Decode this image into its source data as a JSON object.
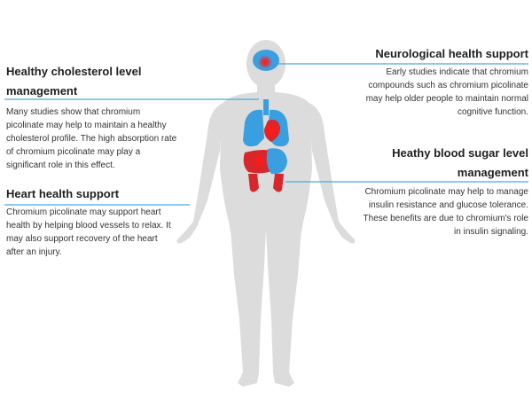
{
  "colors": {
    "body": "#dcdcdc",
    "organ_blue": "#3a9fe0",
    "organ_red": "#d8262c",
    "hotspot": "#ff1a1a",
    "leader_line": "#4aa8e0"
  },
  "labels": {
    "cholesterol": {
      "title_line1": "Healthy cholesterol level",
      "title_line2": "management",
      "desc": [
        "Many studies show that chromium",
        "picolinate may help to maintain a healthy",
        "cholesterol profile. The high absorption rate",
        "of chromium picolinate may play a",
        "significant role in this effect."
      ]
    },
    "heart": {
      "title": "Heart health support",
      "desc": [
        "Chromium picolinate may support heart",
        "health by helping blood vessels to relax. It",
        "may also support recovery of the heart",
        "after an injury."
      ]
    },
    "neurological": {
      "title": "Neurological health support",
      "desc": [
        "Early studies indicate that chromium",
        "compounds such as chromium picolinate",
        "may help older people to maintain normal",
        "cognitive function."
      ]
    },
    "blood_sugar": {
      "title_line1": "Heathy blood sugar level",
      "title_line2": "management",
      "desc": [
        "Chromium picolinate may help to manage",
        "insulin resistance and glucose tolerance.",
        "These benefits are due to chromium's role",
        "in insulin signaling."
      ]
    }
  }
}
